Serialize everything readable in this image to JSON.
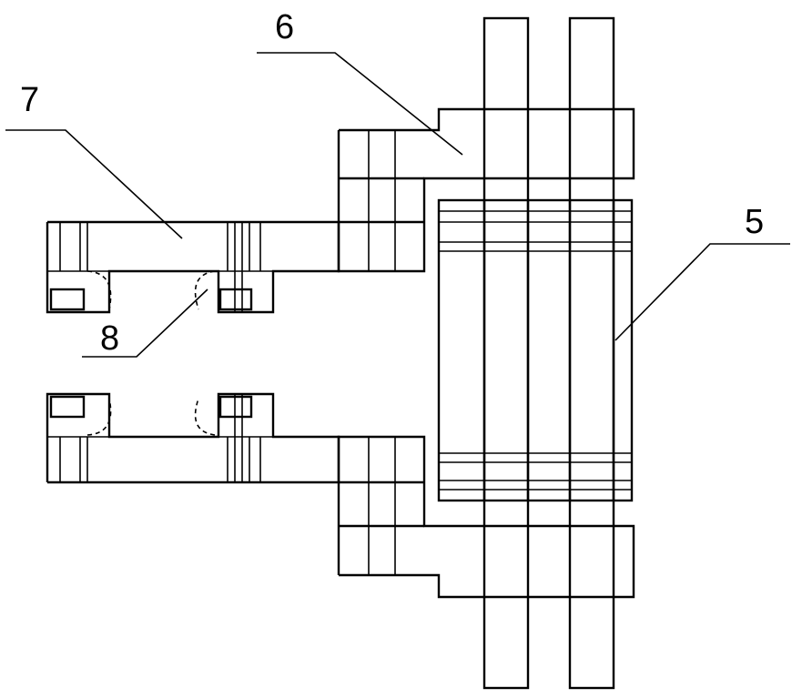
{
  "labels": {
    "part_5": "5",
    "part_6": "6",
    "part_7": "7",
    "part_8": "8"
  },
  "colors": {
    "line": "#000000",
    "background": "#ffffff"
  }
}
